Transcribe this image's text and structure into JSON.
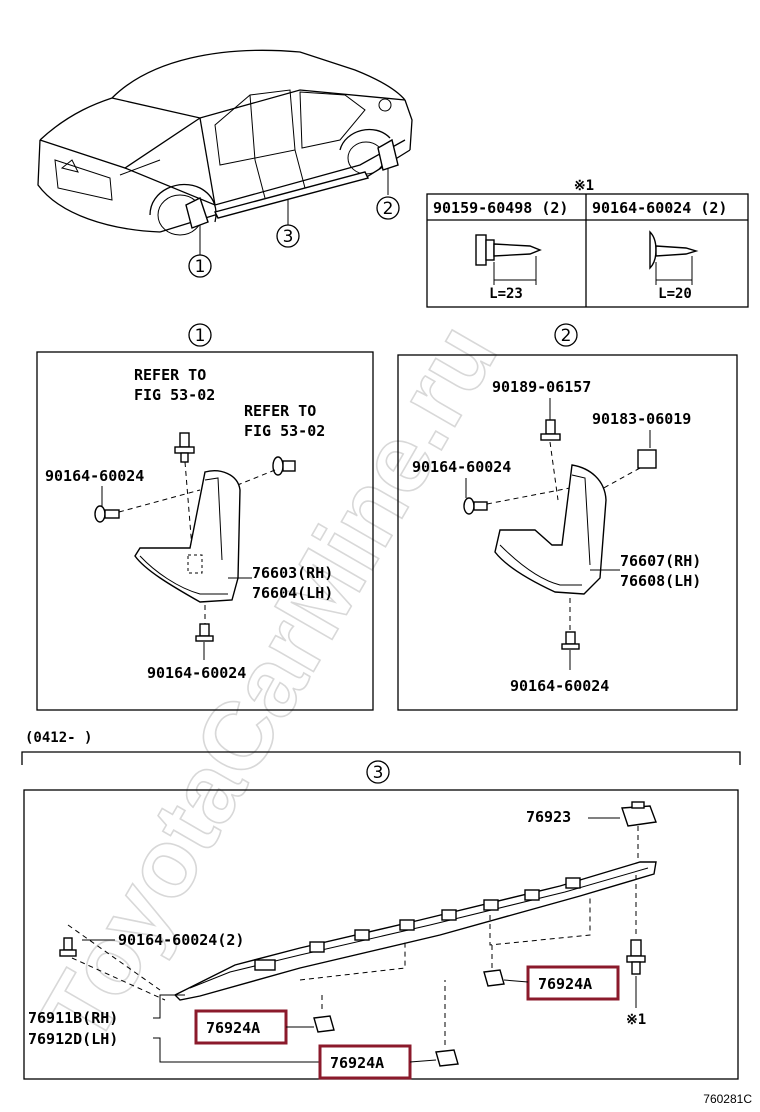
{
  "watermark": "ToyotaCarMine.ru",
  "overview": {
    "callouts": [
      "1",
      "2",
      "3"
    ]
  },
  "screw_table": {
    "mark": "※1",
    "columns": [
      {
        "part": "90159-60498 (2)",
        "length": "L=23"
      },
      {
        "part": "90164-60024 (2)",
        "length": "L=20"
      }
    ]
  },
  "panel1": {
    "number": "1",
    "refer1": [
      "REFER TO",
      "FIG 53-02"
    ],
    "refer2": [
      "REFER TO",
      "FIG 53-02"
    ],
    "screw_left": "90164-60024",
    "screw_bottom": "90164-60024",
    "part_rh": "76603(RH)",
    "part_lh": "76604(LH)"
  },
  "panel2": {
    "number": "2",
    "clip": "90189-06157",
    "nut": "90183-06019",
    "screw_left": "90164-60024",
    "screw_bottom": "90164-60024",
    "part_rh": "76607(RH)",
    "part_lh": "76608(LH)"
  },
  "panel3": {
    "date_range": "(0412-      )",
    "number": "3",
    "clip_top": "76923",
    "screw": "90164-60024(2)",
    "part_rh": "76911B(RH)",
    "part_lh": "76912D(LH)",
    "clip_a1": "76924A",
    "clip_a2": "76924A",
    "clip_a3": "76924A",
    "mark": "※1"
  },
  "figure_code": "760281C",
  "colors": {
    "highlight": "#8b1a2b",
    "line": "#000000",
    "watermark": "#d8d8d8"
  }
}
